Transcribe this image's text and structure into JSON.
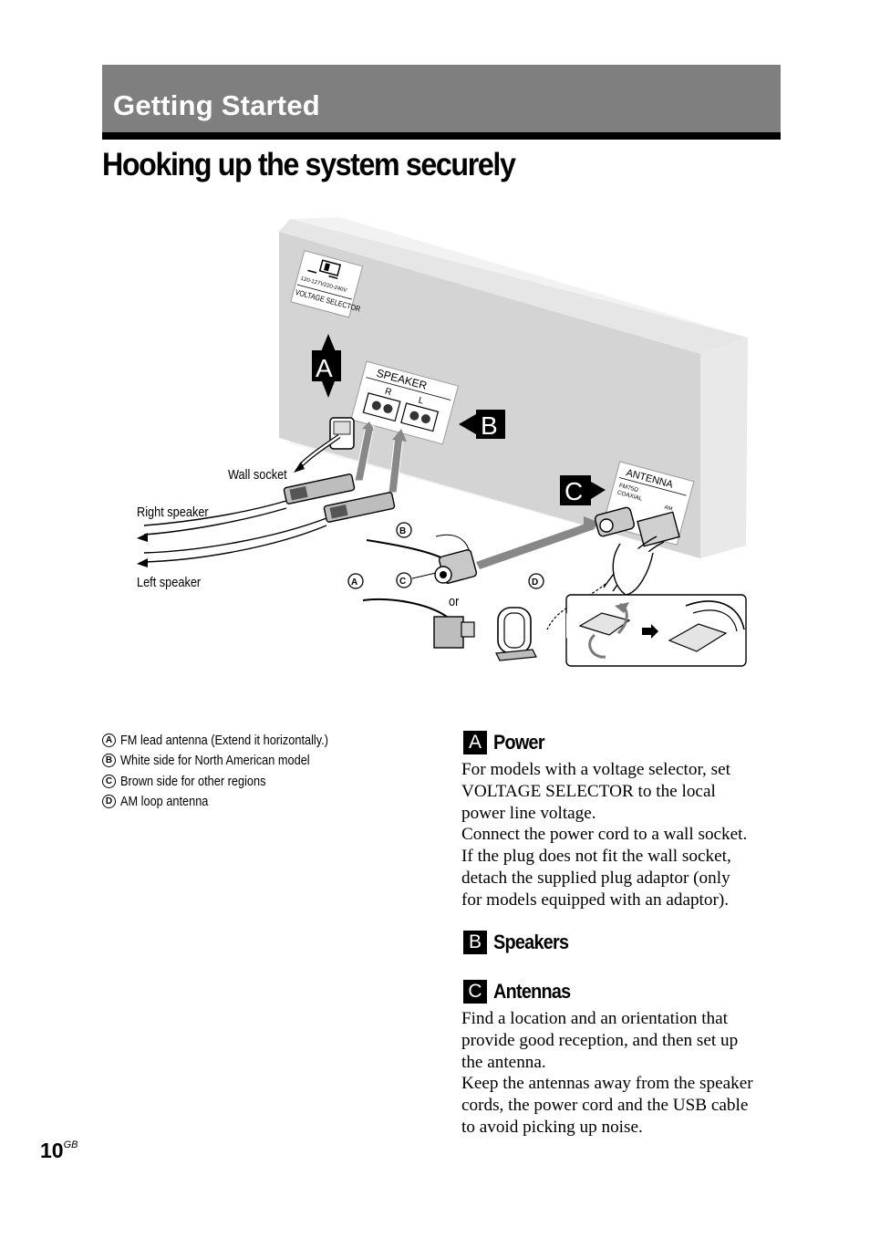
{
  "section": {
    "title": "Getting Started"
  },
  "page_title": "Hooking up the system securely",
  "diagram": {
    "labels": {
      "wall_socket": "Wall socket",
      "right_speaker": "Right speaker",
      "left_speaker": "Left speaker",
      "or": "or",
      "marker_a": "A",
      "marker_b": "B",
      "marker_c": "C",
      "callout_a": "A",
      "callout_b": "B",
      "callout_c": "C",
      "callout_d": "D"
    },
    "panel": {
      "voltage_low": "120-127V",
      "voltage_high": "220-240V",
      "voltage_selector": "VOLTAGE SELECTOR",
      "speaker": "SPEAKER",
      "speaker_r": "R",
      "speaker_l": "L",
      "antenna": "ANTENNA",
      "antenna_fm": "FM75Ω",
      "antenna_coaxial": "COAXIAL",
      "antenna_am": "AM"
    }
  },
  "legend": [
    {
      "marker": "A",
      "text": "FM lead antenna (Extend it horizontally.)"
    },
    {
      "marker": "B",
      "text": "White side for North American model"
    },
    {
      "marker": "C",
      "text": "Brown side for other regions"
    },
    {
      "marker": "D",
      "text": "AM loop antenna"
    }
  ],
  "sections": {
    "power": {
      "marker": "A",
      "title": "Power",
      "lines": [
        "For models with a voltage selector, set",
        "VOLTAGE SELECTOR to the local",
        "power line voltage.",
        "Connect the power cord to a wall socket.",
        "If the plug does not fit the wall socket,",
        "detach the supplied plug adaptor (only",
        "for models equipped with an adaptor)."
      ]
    },
    "speakers": {
      "marker": "B",
      "title": "Speakers"
    },
    "antennas": {
      "marker": "C",
      "title": "Antennas",
      "lines": [
        "Find a location and an orientation that",
        "provide good reception, and then set up",
        "the antenna.",
        "Keep the antennas away from the speaker",
        "cords, the power cord and the USB cable",
        "to avoid picking up noise."
      ]
    }
  },
  "folio": {
    "number": "10",
    "suffix": "GB"
  }
}
